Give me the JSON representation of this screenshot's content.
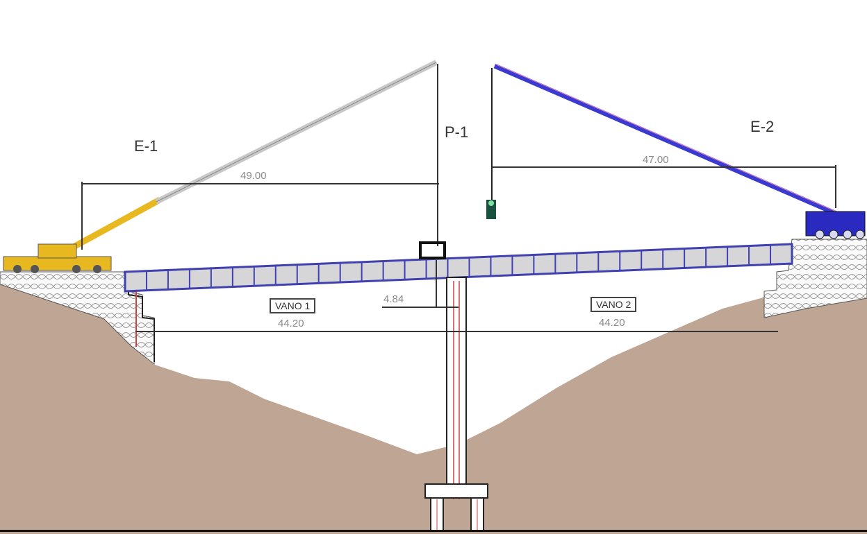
{
  "labels": {
    "e1": "E-1",
    "p1": "P-1",
    "e2": "E-2"
  },
  "dimensions": {
    "crane1_radius": "49.00",
    "crane2_radius": "47.00",
    "pier_offset": "4.84",
    "span1_length": "44.20",
    "span2_length": "44.20"
  },
  "spans": {
    "span1": "VANO 1",
    "span2": "VANO 2"
  },
  "colors": {
    "terrain": "#bfa594",
    "crane1": "#e8b820",
    "crane2": "#3a3ad0",
    "deck": "#d6d6d8",
    "deck_lines": "#4040b0"
  }
}
